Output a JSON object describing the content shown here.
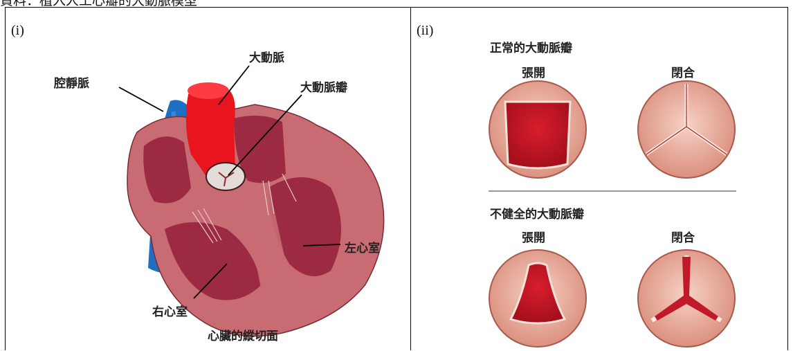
{
  "header": {
    "caption": "資料：植入人工心瓣的大動脈模型"
  },
  "panel_left": {
    "label": "(i)",
    "aorta_label": "大動脈",
    "vena_cava_label": "腔靜脈",
    "aortic_valve_label": "大動脈瓣",
    "left_ventricle_label": "左心室",
    "right_ventricle_label": "右心室",
    "caption": "心臟的縱切面"
  },
  "panel_right": {
    "label": "(ii)",
    "normal_title": "正常的大動脈瓣",
    "faulty_title": "不健全的大動脈瓣",
    "open_label": "張開",
    "closed_label": "閉合"
  },
  "colors": {
    "heart_outer": "#c86b73",
    "heart_inner": "#9c2a42",
    "aorta": "#e8151f",
    "vena_cava": "#1d6fc4",
    "valve_ring": "#e6a897",
    "valve_open": "#c0192a"
  }
}
